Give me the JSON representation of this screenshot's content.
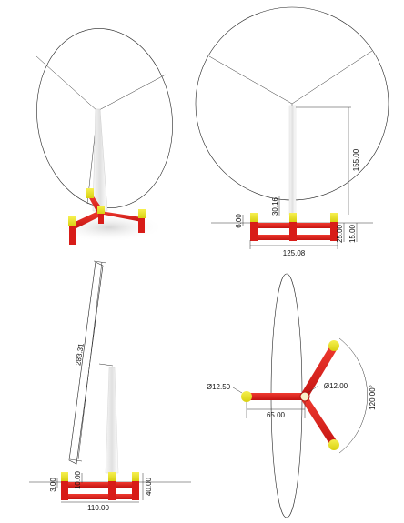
{
  "views": {
    "front": {
      "dimensions": {
        "height_155": "155.00",
        "height_30": "30.16",
        "left_6": "6.00",
        "right_25": "25.00",
        "right_15": "15.00",
        "width_125": "125.08"
      }
    },
    "side": {
      "dimensions": {
        "diag_283": "283.31",
        "left_3": "3.00",
        "mid_10": "10.00",
        "right_40": "40.00",
        "width_110": "110.00"
      }
    },
    "top": {
      "dimensions": {
        "dia_left": "Ø12.50",
        "dia_center": "Ø12.00",
        "arm_65": "65.00",
        "angle_120": "120.00°"
      }
    }
  },
  "colors": {
    "frame_red": "#e8221f",
    "frame_dark": "#b0100e",
    "cap_yellow": "#f0ea1a",
    "cap_dark": "#c8c010",
    "pole": "#e8e8e8",
    "outline": "#222222"
  }
}
